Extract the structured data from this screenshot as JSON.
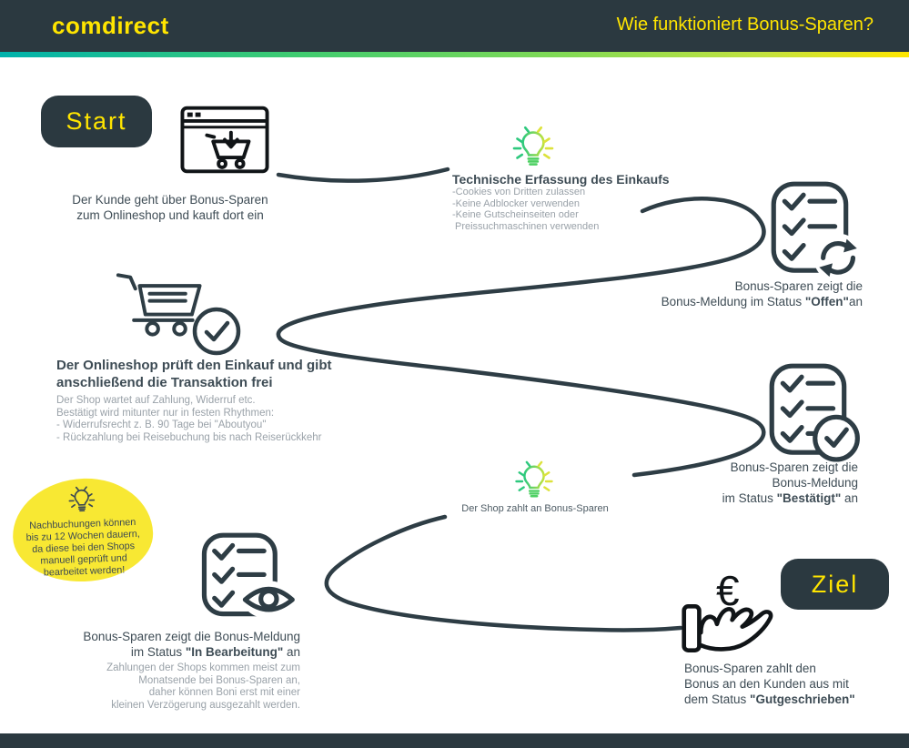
{
  "header": {
    "logo_text": "comdirect",
    "title": "Wie funktioniert Bonus-Sparen?"
  },
  "badges": {
    "start": "Start",
    "ziel": "Ziel"
  },
  "step_purchase": {
    "line1": "Der Kunde geht über Bonus-Sparen",
    "line2": "zum Onlineshop und kauft dort ein"
  },
  "tip_capture": {
    "title": "Technische Erfassung des Einkaufs",
    "items": [
      "-Cookies von Dritten zulassen",
      "-Keine Adblocker verwenden",
      "-Keine Gutscheinseiten oder",
      "Preissuchmaschinen verwenden"
    ]
  },
  "status_offen": {
    "line1": "Bonus-Sparen zeigt die",
    "line2_pre": "Bonus-Meldung im Status ",
    "status": "\"Offen\"",
    "line2_post": "an"
  },
  "step_shop_check": {
    "title1": "Der Onlineshop prüft den Einkauf und gibt",
    "title2": "anschließend die Transaktion frei",
    "sub": [
      "Der Shop wartet auf Zahlung, Widerruf etc.",
      "Bestätigt wird mitunter nur in festen Rhythmen:",
      "- Widerrufsrecht z. B. 90 Tage bei \"Aboutyou\"",
      "- Rückzahlung bei Reisebuchung bis nach Reiserückkehr"
    ]
  },
  "status_bestaetigt": {
    "line1": "Bonus-Sparen zeigt die",
    "line2": "Bonus-Meldung",
    "line3_pre": "im Status ",
    "status": "\"Bestätigt\"",
    "line3_post": " an"
  },
  "tip_payment": {
    "caption": "Der Shop zahlt an Bonus-Sparen"
  },
  "note_bubble": {
    "lines": [
      "Nachbuchungen können",
      "bis zu 12 Wochen dauern,",
      "da diese bei den Shops",
      "manuell geprüft und",
      "bearbeitet werden!"
    ]
  },
  "status_bearbeitung": {
    "line1": "Bonus-Sparen zeigt die Bonus-Meldung",
    "line2_pre": "im Status ",
    "status": "\"In Bearbeitung\"",
    "line2_post": " an",
    "sub": [
      "Zahlungen der Shops kommen meist zum",
      "Monatsende bei Bonus-Sparen an,",
      "daher können Boni erst mit einer",
      "kleinen Verzögerung ausgezahlt werden."
    ]
  },
  "status_gutgeschrieben": {
    "line1": "Bonus-Sparen zahlt den",
    "line2": "Bonus an den Kunden aus mit",
    "line3_pre": "dem Status ",
    "status": "\"Gutgeschrieben\""
  },
  "icons": {
    "euro_symbol": "€"
  },
  "colors": {
    "header_bg": "#2b3940",
    "accent_yellow": "#ffe500",
    "bubble_yellow": "#f8e833",
    "ink": "#2e3d45",
    "text_dark": "#3e4c55",
    "text_gray": "#9aa2a9",
    "gradient": [
      "#00b2ac",
      "#3ecb71",
      "#82da55",
      "#ffe600"
    ],
    "bulb_green": "#2ec97e",
    "bulb_yellow_green": "#dde23c"
  }
}
